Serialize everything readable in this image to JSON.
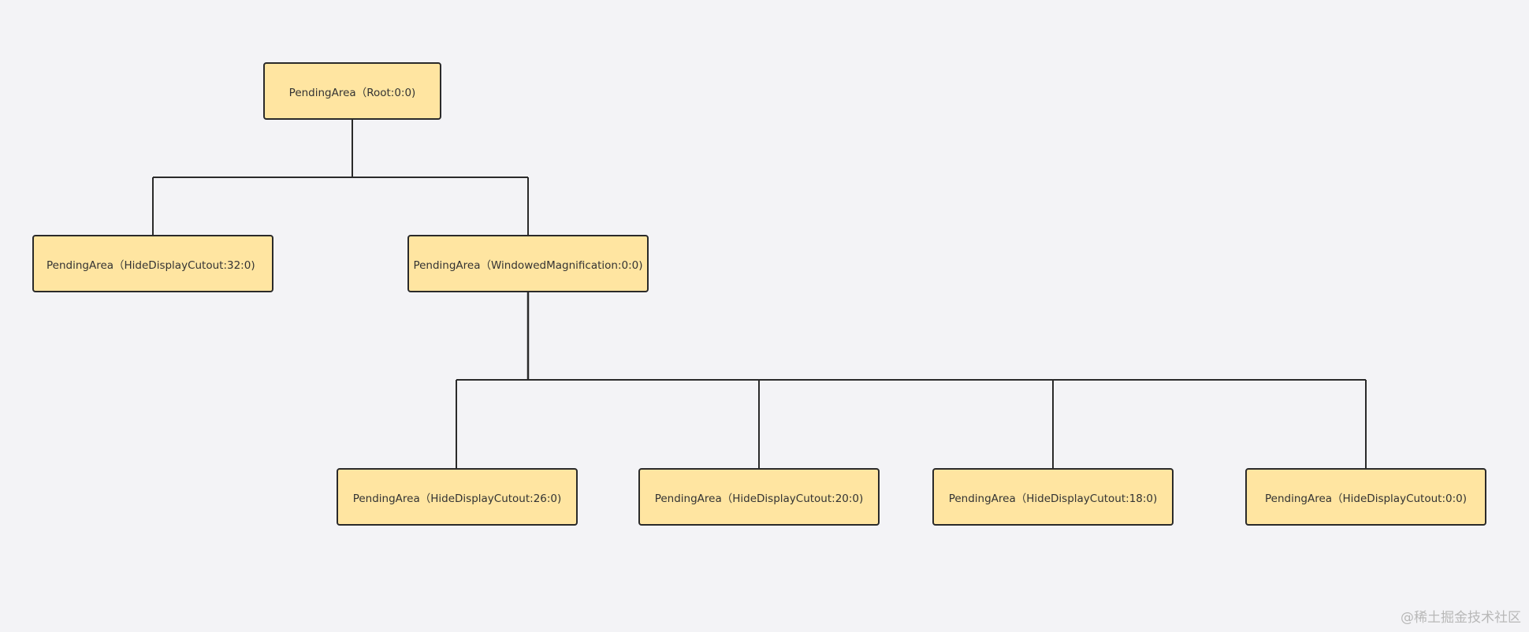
{
  "diagram": {
    "nodes": [
      {
        "id": "root",
        "label": "PendingArea（Root:0:0)"
      },
      {
        "id": "hdc-32",
        "label": "PendingArea（HideDisplayCutout:32:0)"
      },
      {
        "id": "wm",
        "label": "PendingArea（WindowedMagnification:0:0)"
      },
      {
        "id": "hdc-26",
        "label": "PendingArea（HideDisplayCutout:26:0)"
      },
      {
        "id": "hdc-20",
        "label": "PendingArea（HideDisplayCutout:20:0)"
      },
      {
        "id": "hdc-18",
        "label": "PendingArea（HideDisplayCutout:18:0)"
      },
      {
        "id": "hdc-0",
        "label": "PendingArea（HideDisplayCutout:0:0)"
      }
    ],
    "edges": [
      {
        "from": "root",
        "to": "hdc-32"
      },
      {
        "from": "root",
        "to": "wm"
      },
      {
        "from": "wm",
        "to": "hdc-26"
      },
      {
        "from": "wm",
        "to": "hdc-20"
      },
      {
        "from": "wm",
        "to": "hdc-18"
      },
      {
        "from": "wm",
        "to": "hdc-0"
      }
    ]
  },
  "watermark": "@稀土掘金技术社区",
  "colors": {
    "background": "#f3f3f6",
    "node_fill": "#ffe5a1",
    "node_border": "#2a2a2a",
    "connector": "#2a2a2a"
  }
}
